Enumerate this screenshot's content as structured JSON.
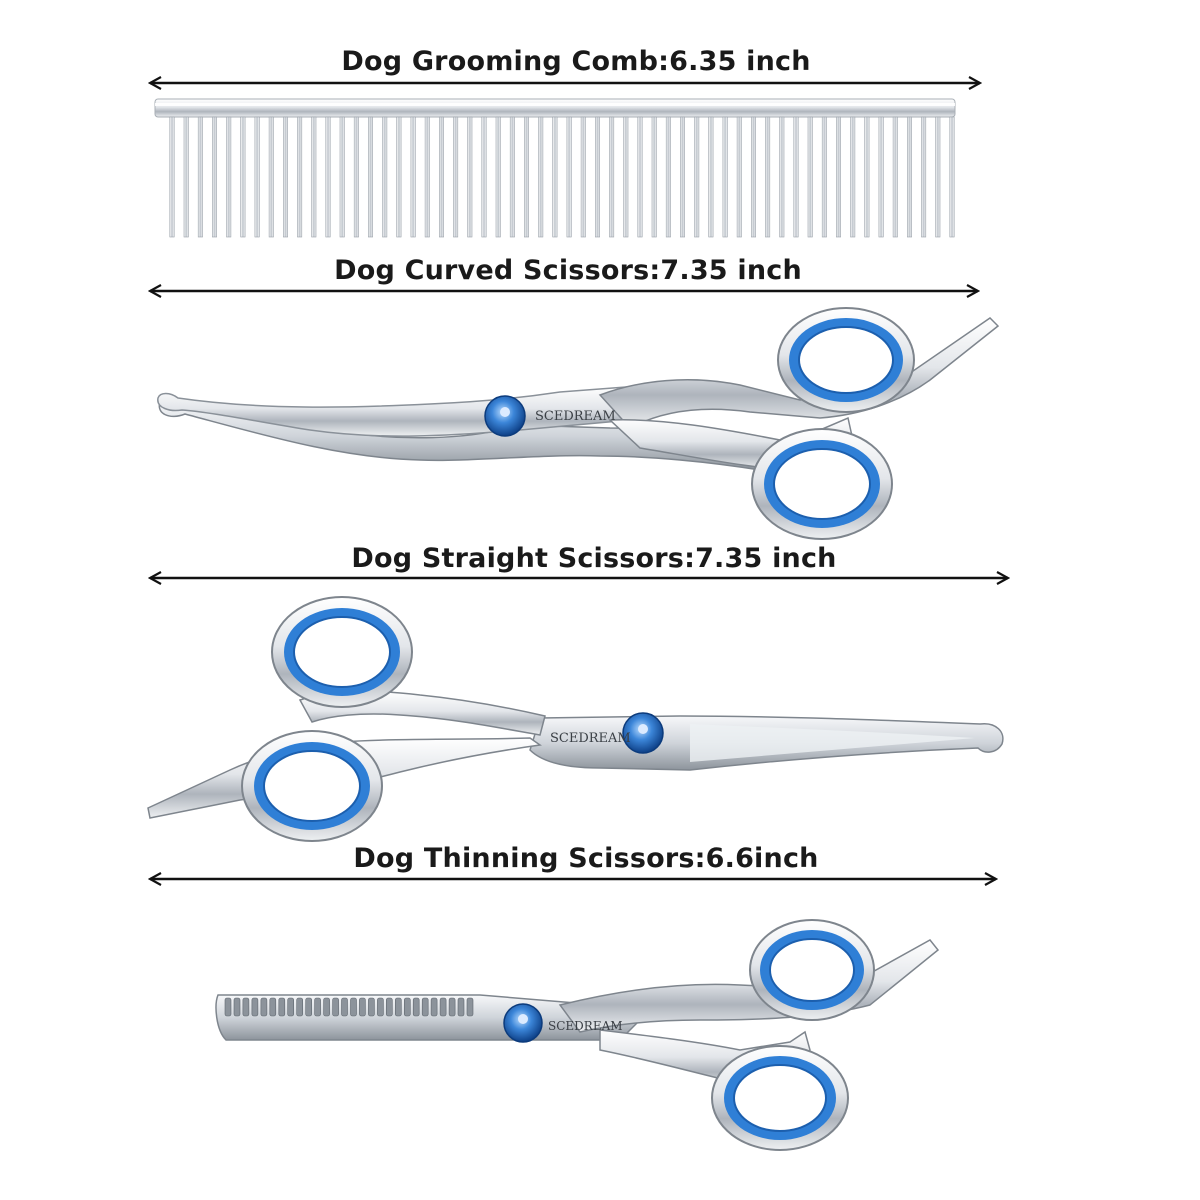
{
  "items": [
    {
      "label": "Dog Grooming Comb:6.35 inch"
    },
    {
      "label": "Dog Curved Scissors:7.35 inch"
    },
    {
      "label": "Dog Straight Scissors:7.35 inch"
    },
    {
      "label": "Dog Thinning Scissors:6.6inch"
    }
  ],
  "brand": "SCEDREAM",
  "colors": {
    "accent_blue": "#2f7fd6",
    "steel_light": "#f4f5f7",
    "steel_mid": "#c7ccd3",
    "steel_dark": "#6c737c",
    "text": "#1a1a1a"
  }
}
